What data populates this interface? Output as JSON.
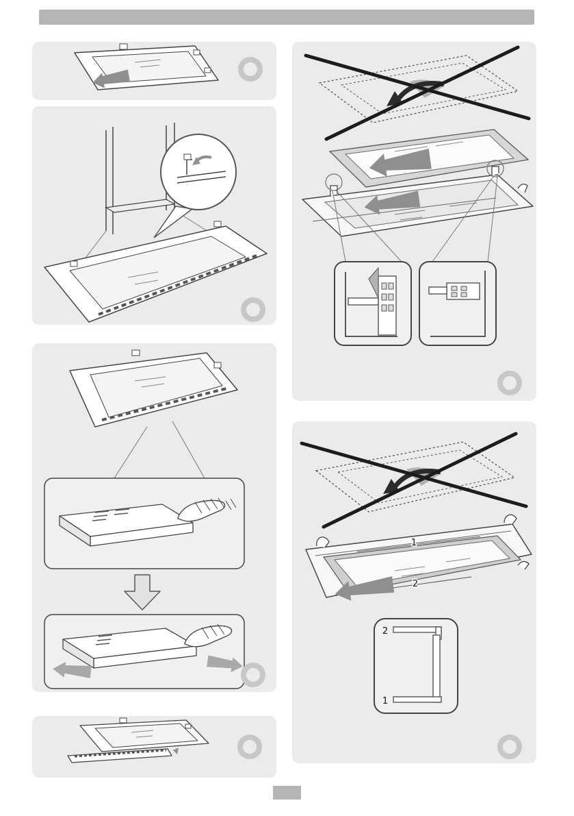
{
  "colors": {
    "page_bg": "#ffffff",
    "panel_bg": "#ebebeb",
    "header_bar": "#b5b5b5",
    "footer_block": "#b5b5b5",
    "line_outline": "#444444",
    "badge_ring": "#c7c7c7",
    "arrow_gray": "#8f8f8f",
    "prohibition_cross": "#1c1c1c",
    "glass_fill": "#f4f4f4",
    "gasket_fill": "#cfcfcf"
  },
  "icons": {
    "step_badge": "empty gray ring",
    "prohibition_cross": "X crossing out wrong glass orientation",
    "flip_arrow": "curved turn-over arrow",
    "direction_arrow": "solid gray block arrow",
    "down_arrow": "outlined downward block arrow",
    "magnifier": "zoom detail circle",
    "hand": "hand pressing door latch",
    "callout_circle": "small detail marker circle"
  },
  "labels": {
    "glass_position_1": "1",
    "glass_position_2": "2",
    "detail_position_2": "2",
    "detail_position_1": "1"
  }
}
